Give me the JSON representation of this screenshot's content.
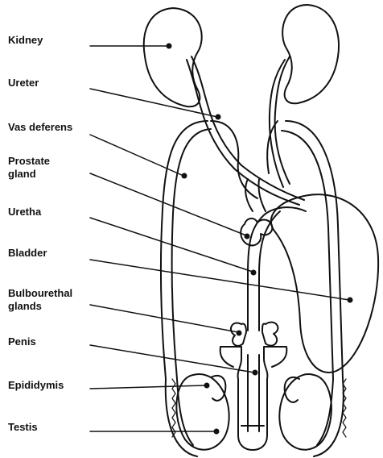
{
  "labels": {
    "kidney": "Kidney",
    "ureter": "Ureter",
    "vas_deferens": "Vas deferens",
    "prostate_line1": "Prostate",
    "prostate_line2": "gland",
    "uretha": "Uretha",
    "bladder": "Bladder",
    "bulbourethal_line1": "Bulbourethal",
    "bulbourethal_line2": "glands",
    "penis": "Penis",
    "epididymis": "Epididymis",
    "testis": "Testis"
  },
  "colors": {
    "ink": "#111111",
    "paper": "#ffffff"
  }
}
